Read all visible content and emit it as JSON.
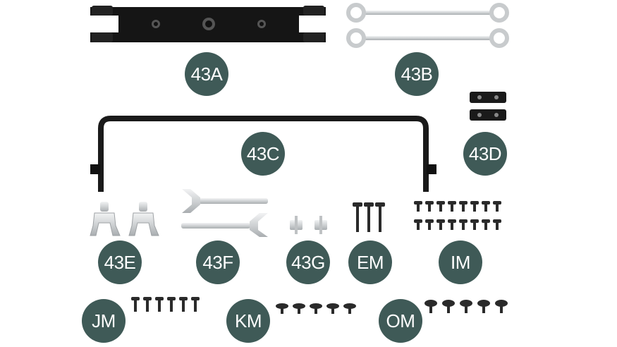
{
  "colors": {
    "badge": "#3f5a57",
    "badge_text": "#ffffff",
    "metal": "#d4d6d8",
    "black_part": "#141414",
    "screw": "#2a2a2a"
  },
  "parts": [
    {
      "label": "43A",
      "icon": "mounting-plate-icon"
    },
    {
      "label": "43B",
      "icon": "tie-rod-icon"
    },
    {
      "label": "43C",
      "icon": "anti-roll-bar-icon"
    },
    {
      "label": "43D",
      "icon": "bracket-plate-icon"
    },
    {
      "label": "43E",
      "icon": "pivot-fork-icon"
    },
    {
      "label": "43F",
      "icon": "steering-arm-icon"
    },
    {
      "label": "43G",
      "icon": "bushing-icon"
    },
    {
      "label": "EM",
      "icon": "long-screw-icon"
    },
    {
      "label": "IM",
      "icon": "screw-icon"
    },
    {
      "label": "JM",
      "icon": "screw-icon"
    },
    {
      "label": "KM",
      "icon": "flat-head-screw-icon"
    },
    {
      "label": "OM",
      "icon": "flange-screw-icon"
    }
  ]
}
